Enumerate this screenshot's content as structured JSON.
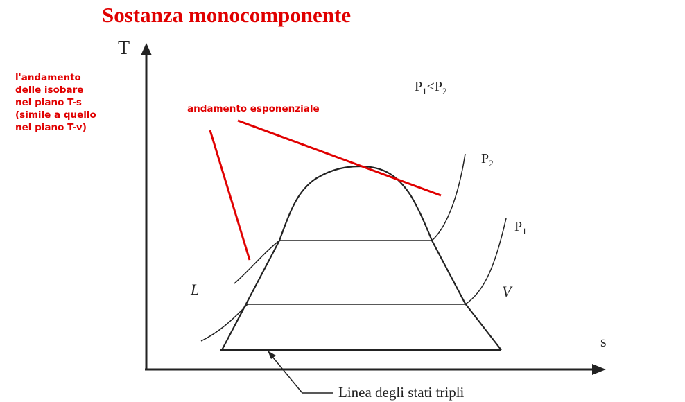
{
  "title": "Sostanza monocomponente",
  "note_lines": [
    "l'andamento",
    "delle isobare",
    "nel piano T-s",
    "(simile a quello",
    "nel piano T-v)"
  ],
  "annotation": "andamento esponenziale",
  "axes": {
    "y_label": "T",
    "x_label": "s"
  },
  "pressure_relation": {
    "p1": "P",
    "p1_sub": "1",
    "op": "<",
    "p2": "P",
    "p2_sub": "2"
  },
  "isobars": [
    {
      "name": "P",
      "sub": "2"
    },
    {
      "name": "P",
      "sub": "1"
    }
  ],
  "region_labels": {
    "liquid": "L",
    "vapor": "V"
  },
  "triple_line_label": "Linea degli stati tripli",
  "colors": {
    "accent": "#e00000",
    "line": "#222222"
  }
}
